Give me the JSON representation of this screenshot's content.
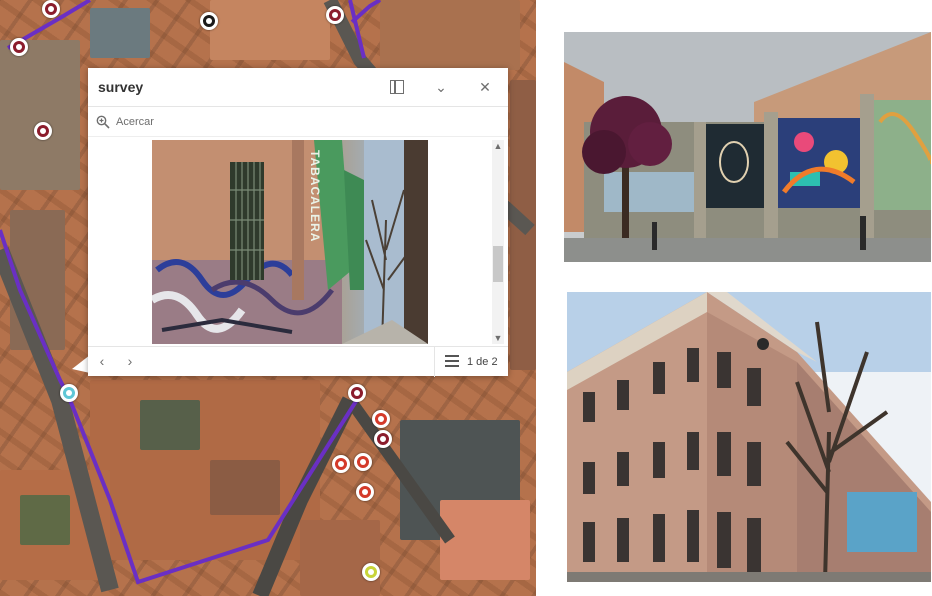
{
  "popup": {
    "title": "survey",
    "zoom_label": "Acercar",
    "page_indicator": "1 de 2",
    "prev_glyph": "‹",
    "next_glyph": "›",
    "collapse_glyph": "⌄",
    "close_glyph": "✕",
    "scroll_up_glyph": "▲",
    "scroll_down_glyph": "▼"
  },
  "photo_sign": {
    "big_text": "TABACALERA"
  },
  "markers": [
    {
      "name": "map-marker",
      "color": "#8b1c2c"
    },
    {
      "name": "map-marker",
      "color": "#1a1a1a"
    },
    {
      "name": "map-marker",
      "color": "#8b1c2c"
    },
    {
      "name": "map-marker",
      "color": "#8b1c2c"
    },
    {
      "name": "map-marker",
      "color": "#8b1c2c"
    },
    {
      "name": "map-marker-selected",
      "color": "#5fc7d6"
    },
    {
      "name": "map-marker",
      "color": "#8b1c2c"
    },
    {
      "name": "map-marker",
      "color": "#d43a2a"
    },
    {
      "name": "map-marker",
      "color": "#8b1c2c"
    },
    {
      "name": "map-marker",
      "color": "#d43a2a"
    },
    {
      "name": "map-marker",
      "color": "#d43a2a"
    },
    {
      "name": "map-marker",
      "color": "#d43a2a"
    },
    {
      "name": "map-marker",
      "color": "#c8d43a"
    }
  ],
  "colors": {
    "route": "#6a2fc4",
    "map_base": "#b5724c",
    "popup_bg": "#ffffff"
  },
  "icons": {
    "zoom": "zoom-in-icon",
    "dock": "dock-icon",
    "list": "list-icon"
  }
}
